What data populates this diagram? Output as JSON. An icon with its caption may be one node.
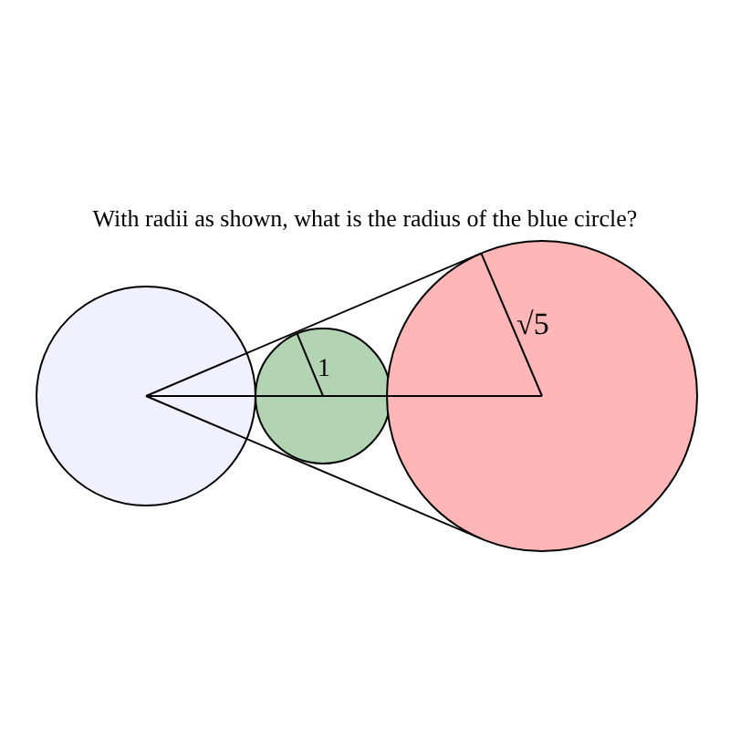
{
  "diagram": {
    "title": "With radii as shown, what is the radius of the blue circle?",
    "labels": [
      "1",
      "√5"
    ]
  }
}
